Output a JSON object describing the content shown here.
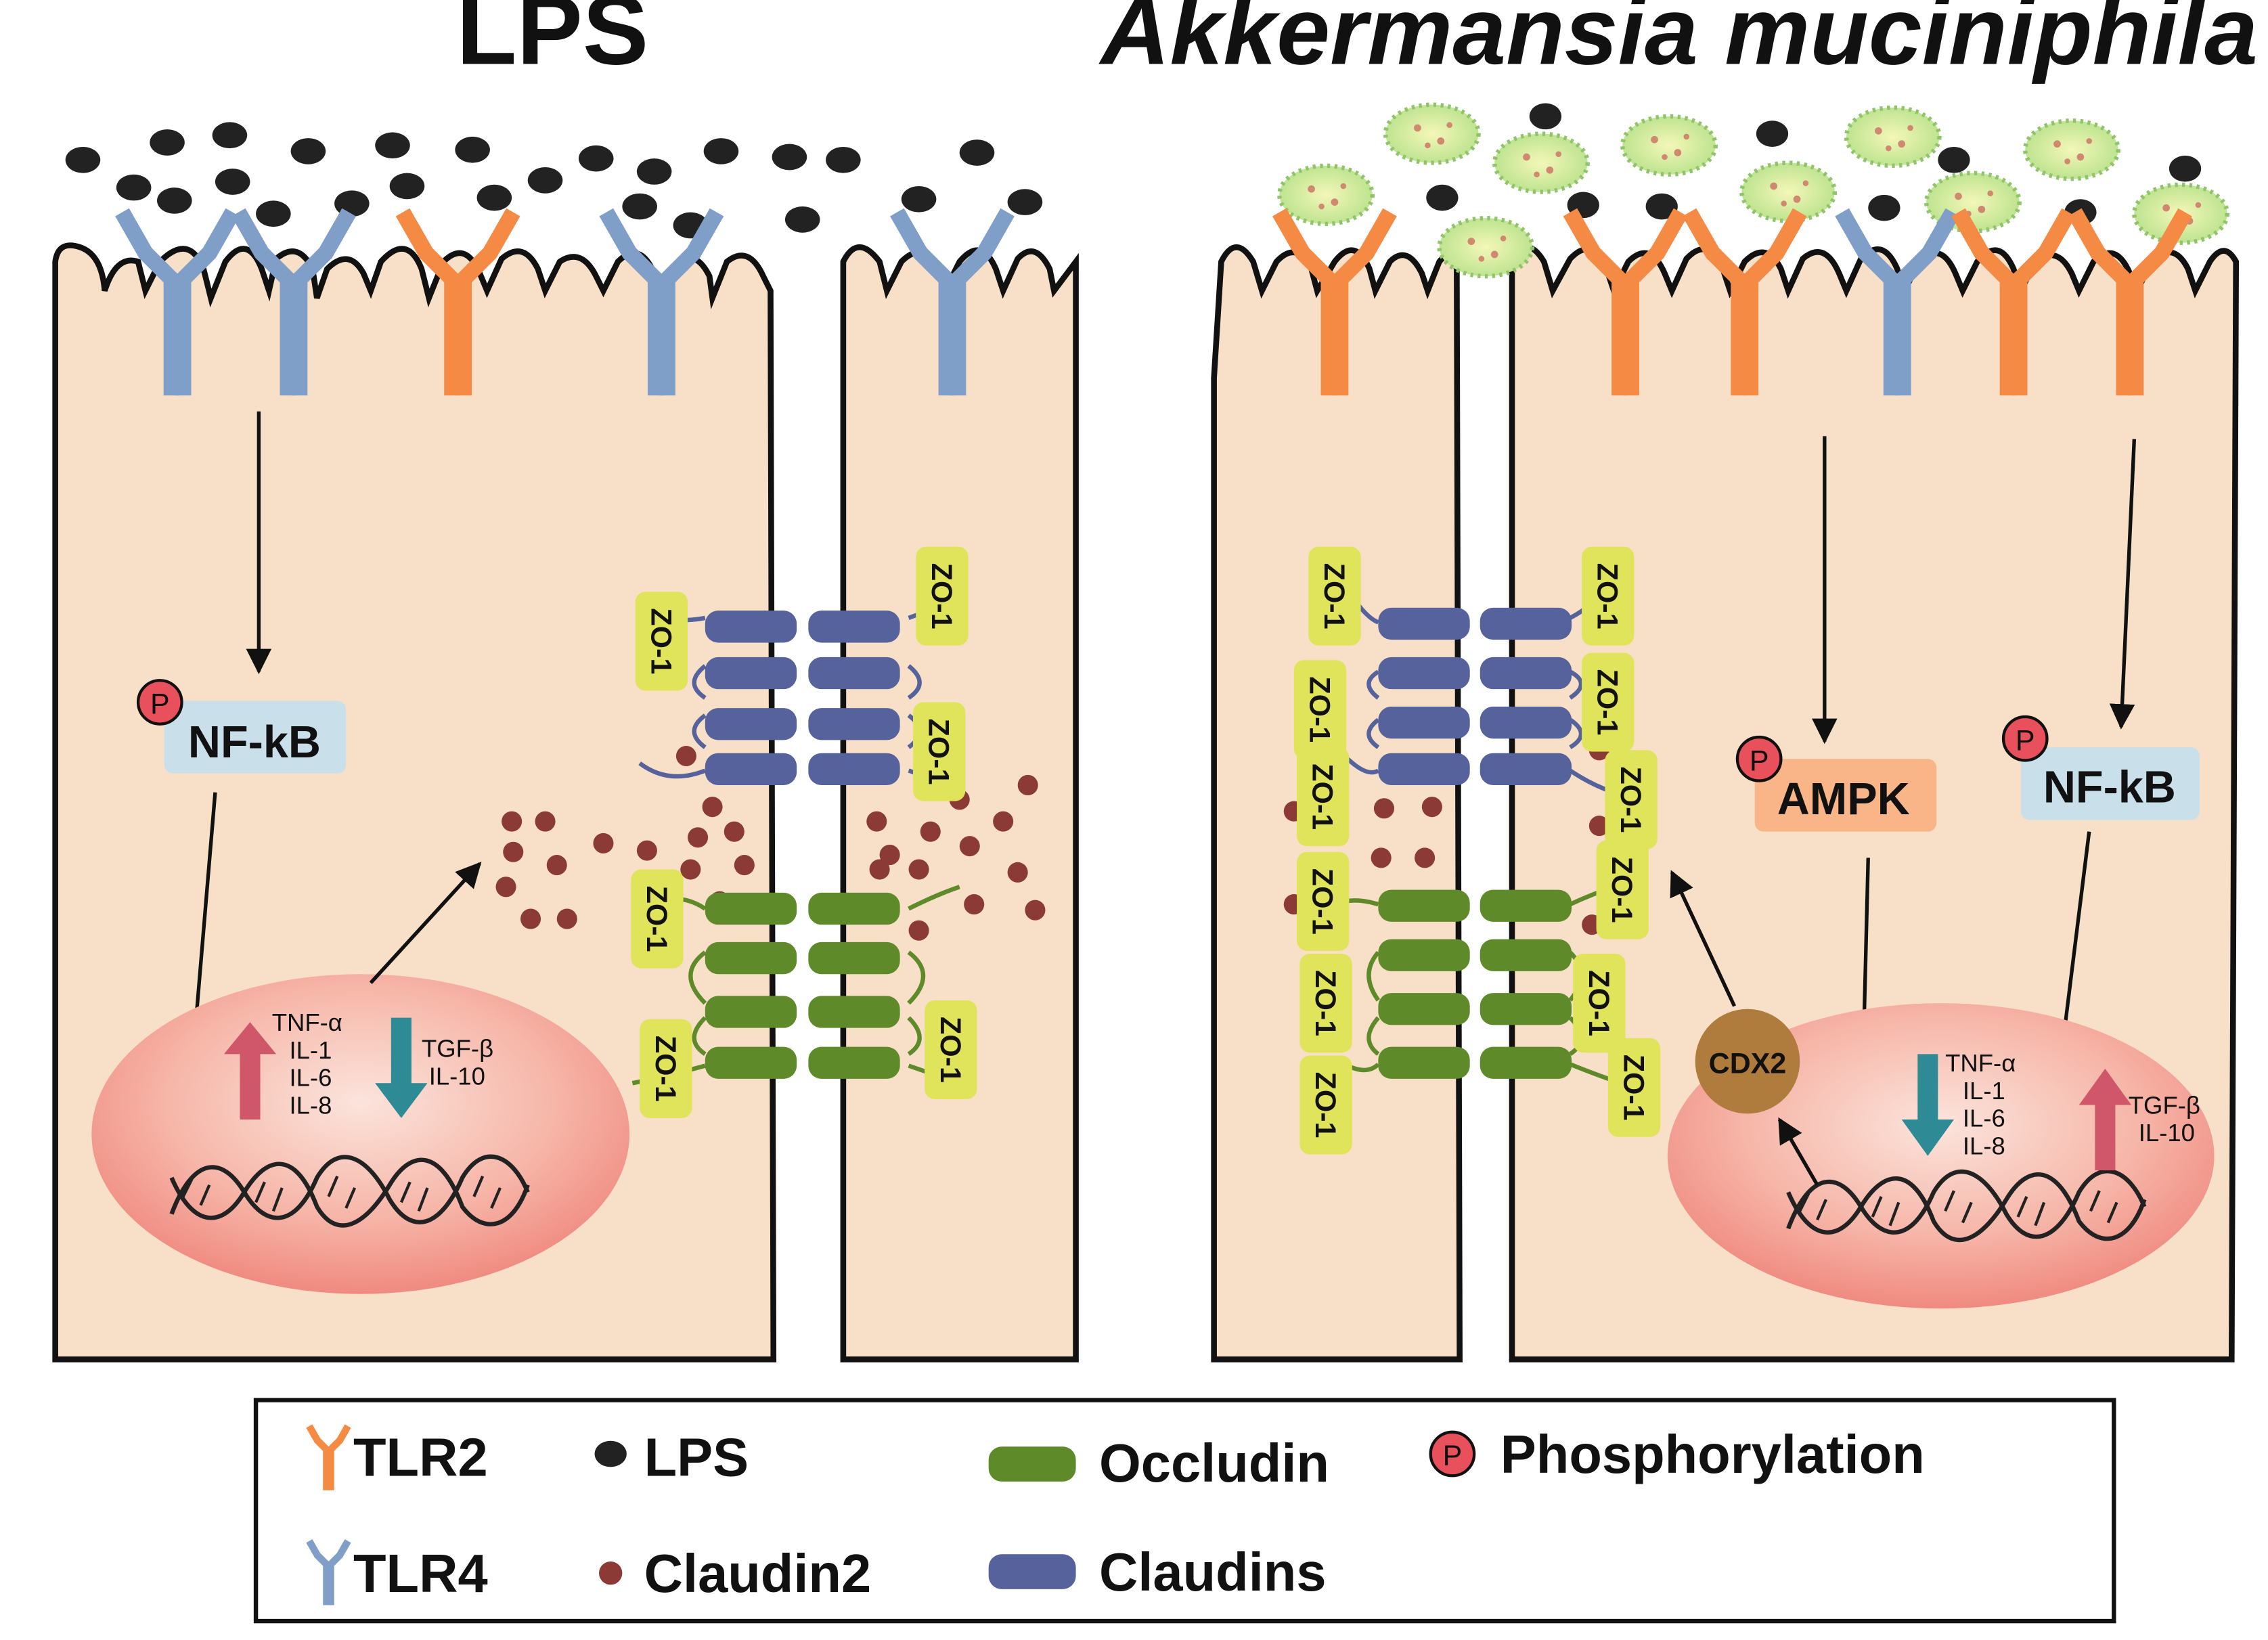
{
  "titles": {
    "left": "LPS",
    "right": "Akkermansia muciniphila"
  },
  "left_panel": {
    "nfkb_label": "NF-kB",
    "phospho_mark": "P",
    "up_cytokines": [
      "TNF-α",
      "IL-1",
      "IL-6",
      "IL-8"
    ],
    "down_cytokines": [
      "TGF-β",
      "IL-10"
    ],
    "zo1_label": "ZO-1"
  },
  "right_panel": {
    "ampk_label": "AMPK",
    "nfkb_label": "NF-kB",
    "cdx2_label": "CDX2",
    "phospho_mark": "P",
    "down_cytokines": [
      "TNF-α",
      "IL-1",
      "IL-6",
      "IL-8"
    ],
    "up_cytokines": [
      "TGF-β",
      "IL-10"
    ],
    "zo1_label": "ZO-1"
  },
  "legend": {
    "tlr2": "TLR2",
    "tlr4": "TLR4",
    "lps": "LPS",
    "claudin2": "Claudin2",
    "occludin": "Occludin",
    "claudins": "Claudins",
    "phosphorylation": "Phosphorylation",
    "phospho_mark": "P"
  },
  "colors": {
    "cell": "#f7e0c7",
    "tlr2": "#f58a44",
    "tlr4": "#7f9fc8",
    "lps": "#222222",
    "claudin2": "#8b3a35",
    "occludin": "#5e8a2a",
    "claudins": "#55629b",
    "zo1": "#dfe45a",
    "nfkb_box": "#c9e0ea",
    "ampk_box": "#f9b587",
    "cdx2": "#b07c3d",
    "up_arrow": "#d0576a",
    "down_arrow": "#2e8a94",
    "phospho": "#e8505b",
    "bacteria": "#c9e89a"
  }
}
